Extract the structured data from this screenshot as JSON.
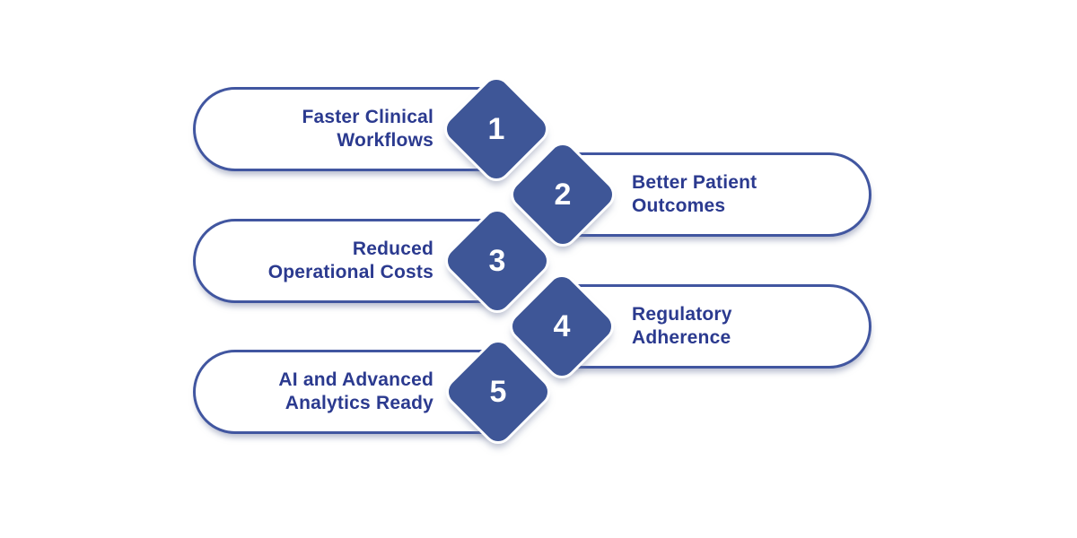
{
  "colors": {
    "diamond_fill": "#3e5697",
    "pill_border": "#4156a0",
    "label_text": "#2b3a8f",
    "number_text": "#ffffff",
    "background": "#ffffff"
  },
  "items": [
    {
      "number": "1",
      "side": "left",
      "label": "Faster Clinical Workflows",
      "lines": [
        "Faster Clinical",
        "Workflows"
      ]
    },
    {
      "number": "2",
      "side": "right",
      "label": "Better Patient Outcomes",
      "lines": [
        "Better Patient",
        "Outcomes"
      ]
    },
    {
      "number": "3",
      "side": "left",
      "label": "Reduced Operational Costs",
      "lines": [
        "Reduced",
        "Operational Costs"
      ]
    },
    {
      "number": "4",
      "side": "right",
      "label": "Regulatory Adherence",
      "lines": [
        "Regulatory",
        "Adherence"
      ]
    },
    {
      "number": "5",
      "side": "left",
      "label": "AI and Advanced Analytics Ready",
      "lines": [
        "AI and Advanced",
        "Analytics Ready"
      ]
    }
  ]
}
